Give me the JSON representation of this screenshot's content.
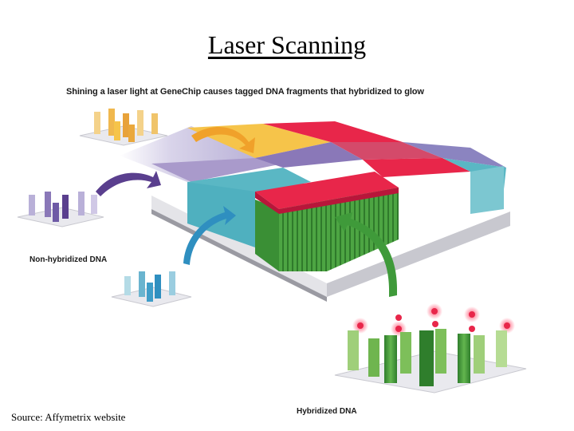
{
  "title": "Laser Scanning",
  "caption": "Shining a laser light at GeneChip causes tagged DNA fragments that hybridized to glow",
  "labels": {
    "non_hybridized": "Non-hybridized DNA",
    "hybridized": "Hybridized DNA"
  },
  "source": "Source: Affymetrix website",
  "colors": {
    "yellow_cell": "#f6c44a",
    "red_cell": "#e8264a",
    "purple_cell": "#8a78b8",
    "teal_cell": "#5ab7c4",
    "green_column": "#3f9a3a",
    "arrow_orange": "#f0a12a",
    "arrow_purple": "#5a3f8e",
    "arrow_blue": "#2f8fc0",
    "arrow_green": "#3f9a3a"
  }
}
